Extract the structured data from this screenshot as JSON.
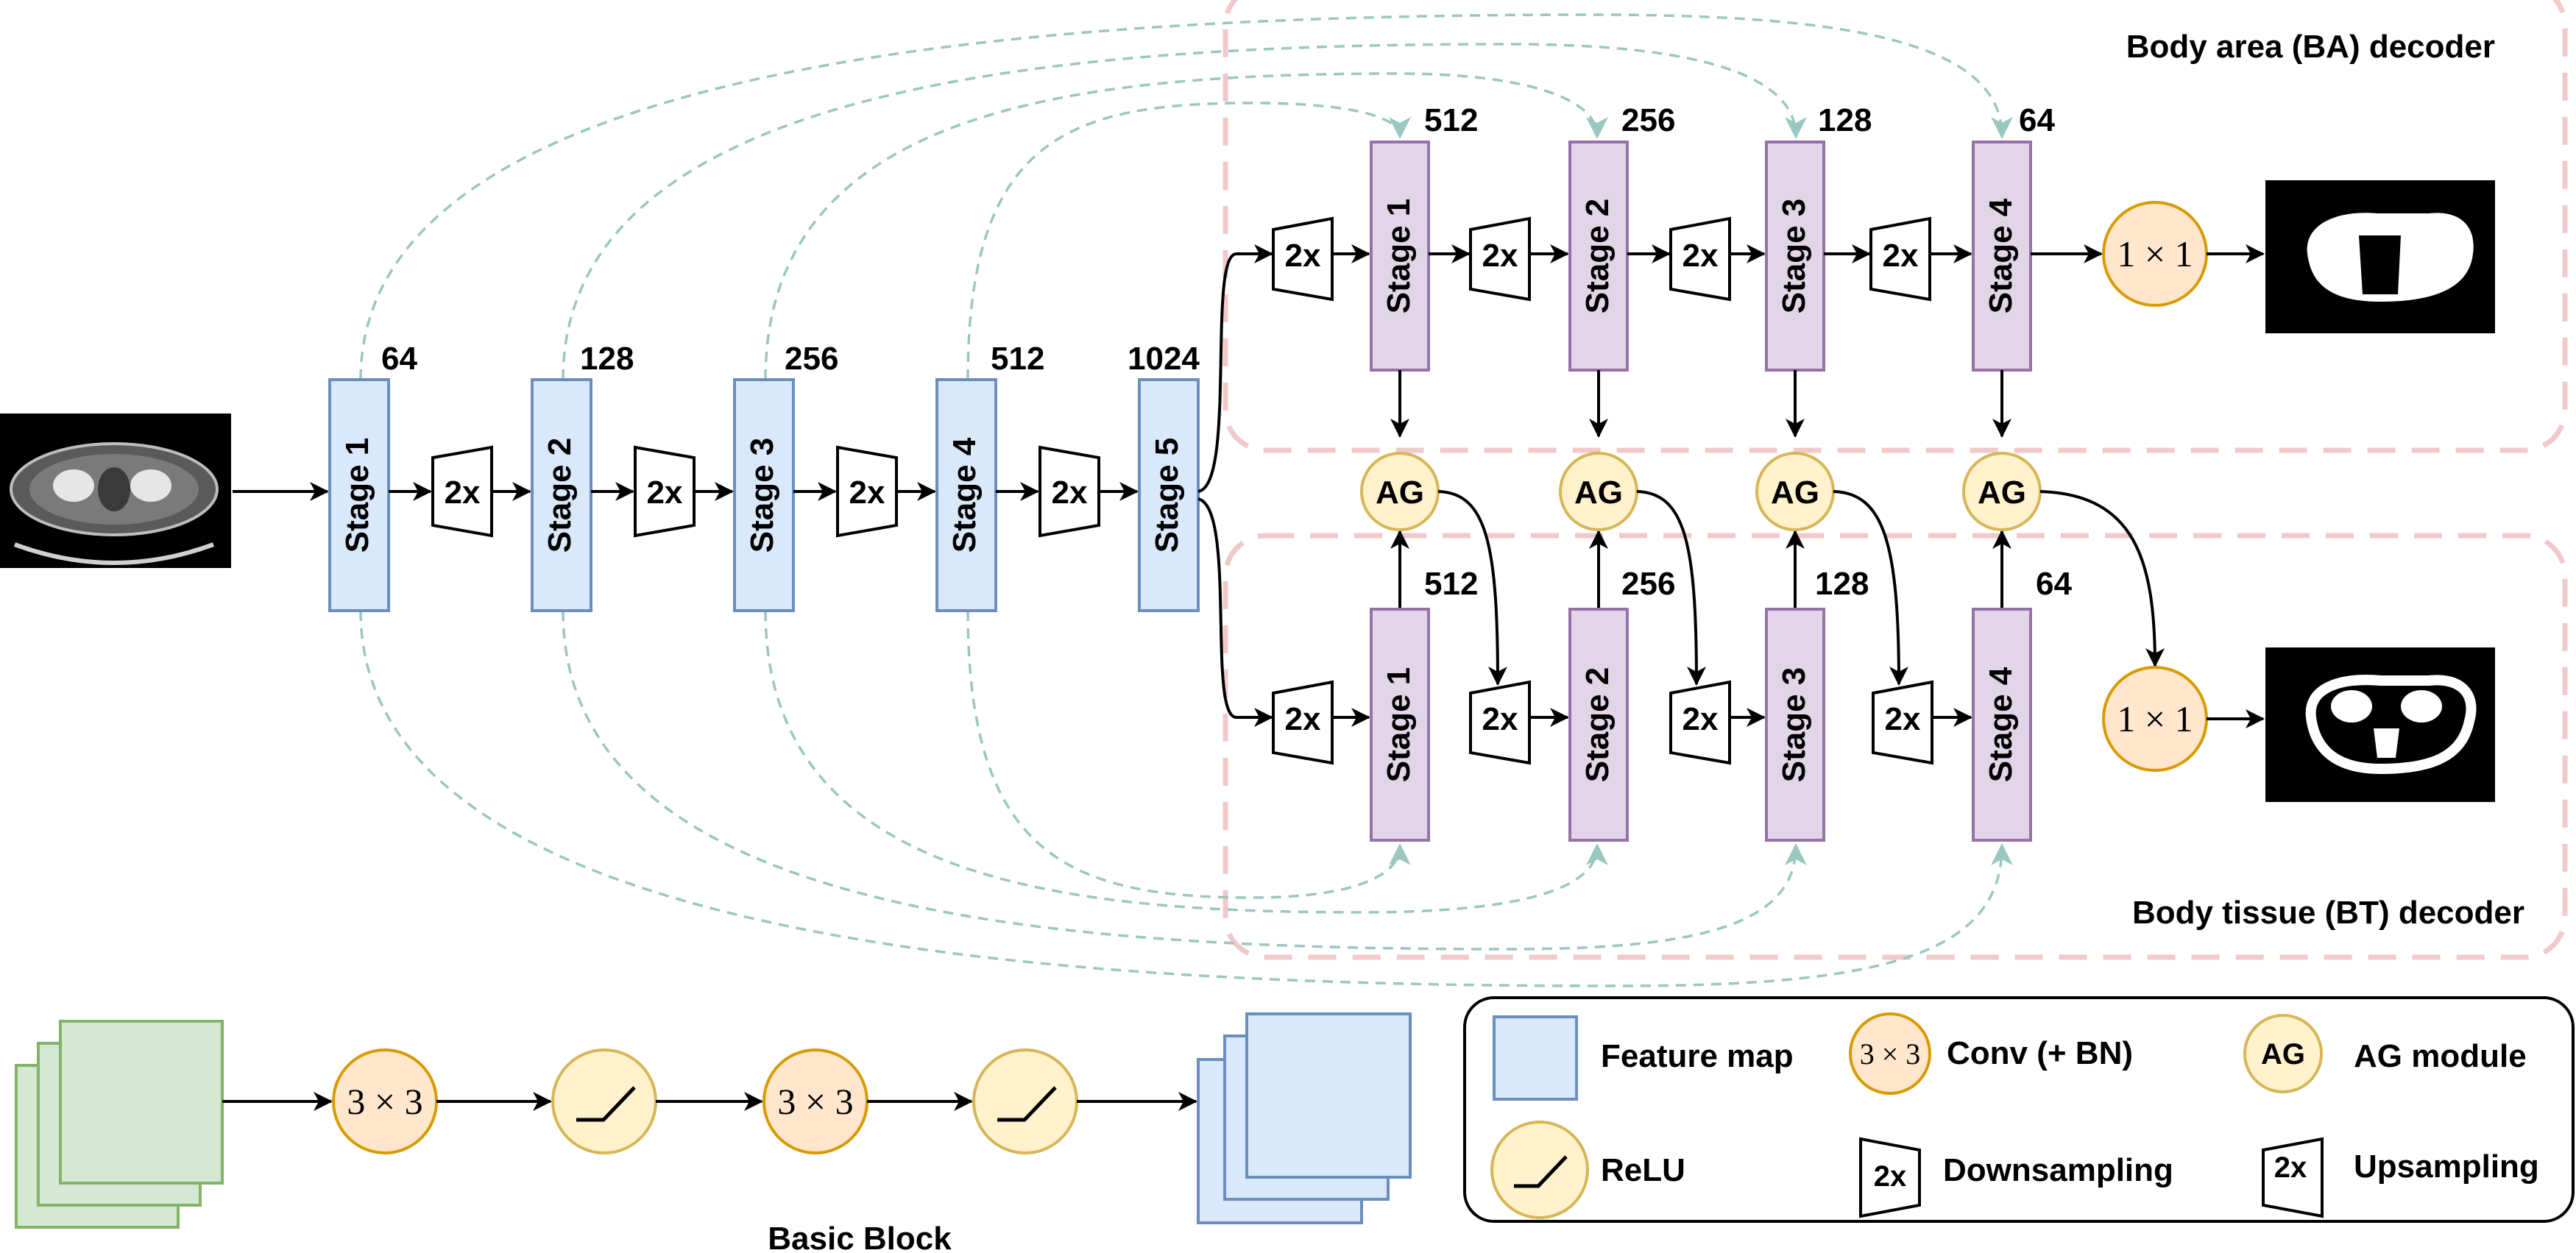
{
  "titles": {
    "ba_decoder": "Body area (BA) decoder",
    "bt_decoder": "Body tissue (BT) decoder",
    "basic_block": "Basic Block"
  },
  "encoder": {
    "stages": [
      {
        "label": "Stage 1",
        "channels": "64"
      },
      {
        "label": "Stage 2",
        "channels": "128"
      },
      {
        "label": "Stage 3",
        "channels": "256"
      },
      {
        "label": "Stage 4",
        "channels": "512"
      },
      {
        "label": "Stage 5",
        "channels": "1024"
      }
    ],
    "downsample_label": "2x"
  },
  "ba_decoder": {
    "stages": [
      {
        "label": "Stage 1",
        "channels": "512"
      },
      {
        "label": "Stage 2",
        "channels": "256"
      },
      {
        "label": "Stage 3",
        "channels": "128"
      },
      {
        "label": "Stage 4",
        "channels": "64"
      }
    ],
    "upsample_label": "2x",
    "head_label": "1 × 1"
  },
  "bt_decoder": {
    "stages": [
      {
        "label": "Stage 1",
        "channels": "512"
      },
      {
        "label": "Stage 2",
        "channels": "256"
      },
      {
        "label": "Stage 3",
        "channels": "128"
      },
      {
        "label": "Stage 4",
        "channels": "64"
      }
    ],
    "upsample_label": "2x",
    "head_label": "1 × 1"
  },
  "ag_label": "AG",
  "basic_block": {
    "conv_label": "3 × 3"
  },
  "legend": {
    "feature_map": "Feature map",
    "conv_symbol": "3 × 3",
    "conv": "Conv (+ BN)",
    "ag_symbol": "AG",
    "ag": "AG module",
    "relu": "ReLU",
    "down_symbol": "2x",
    "downsampling": "Downsampling",
    "up_symbol": "2x",
    "upsampling": "Upsampling"
  },
  "colors": {
    "feature_map_fill": "#dae8fc",
    "feature_map_stroke": "#6c8ebf",
    "decoder_fill": "#e1d5e7",
    "decoder_stroke": "#9673a6",
    "ag_fill": "#fff2cc",
    "ag_stroke": "#d6b656",
    "conv_fill": "#ffe6cc",
    "conv_stroke": "#d79b00",
    "basic_in_fill": "#d5e8d4",
    "basic_in_stroke": "#82b366",
    "skip_line": "#9ac7bf",
    "region_border": "#f2c9c9"
  }
}
